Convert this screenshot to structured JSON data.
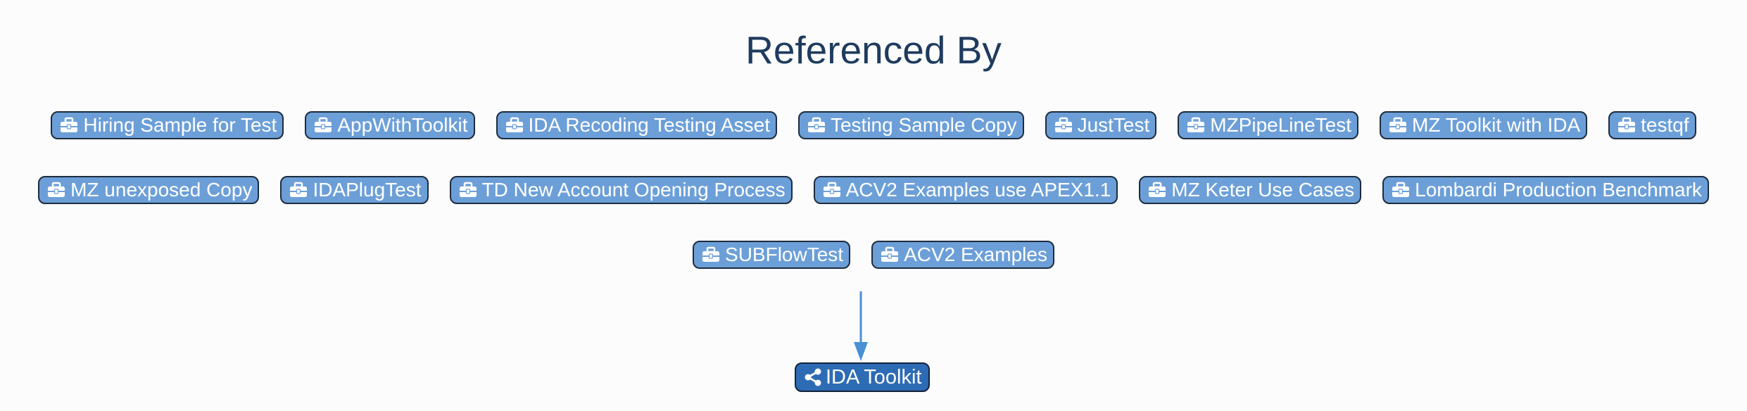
{
  "title": "Referenced By",
  "referencing_nodes": [
    {
      "label": "Hiring Sample for Test",
      "icon": "briefcase-icon"
    },
    {
      "label": "AppWithToolkit",
      "icon": "briefcase-icon"
    },
    {
      "label": "IDA Recoding Testing Asset",
      "icon": "briefcase-icon"
    },
    {
      "label": "Testing Sample Copy",
      "icon": "briefcase-icon"
    },
    {
      "label": "JustTest",
      "icon": "briefcase-icon"
    },
    {
      "label": "MZPipeLineTest",
      "icon": "briefcase-icon"
    },
    {
      "label": "MZ Toolkit with IDA",
      "icon": "briefcase-icon"
    },
    {
      "label": "testqf",
      "icon": "briefcase-icon"
    },
    {
      "label": "MZ unexposed Copy",
      "icon": "briefcase-icon"
    },
    {
      "label": "IDAPlugTest",
      "icon": "briefcase-icon"
    },
    {
      "label": "TD New Account Opening Process",
      "icon": "briefcase-icon"
    },
    {
      "label": "ACV2 Examples use APEX1.1",
      "icon": "briefcase-icon"
    },
    {
      "label": "MZ Keter Use Cases",
      "icon": "briefcase-icon"
    },
    {
      "label": "Lombardi Production Benchmark",
      "icon": "briefcase-icon"
    },
    {
      "label": "SUBFlowTest",
      "icon": "briefcase-icon"
    },
    {
      "label": "ACV2 Examples",
      "icon": "briefcase-icon"
    }
  ],
  "target_node": {
    "label": "IDA Toolkit",
    "icon": "share-icon"
  },
  "colors": {
    "title": "#1e3b5e",
    "node_fill": "#6c9fd8",
    "node_border": "#1d2c3e",
    "target_fill": "#2d6bb5",
    "edge": "#4a8fd6"
  }
}
